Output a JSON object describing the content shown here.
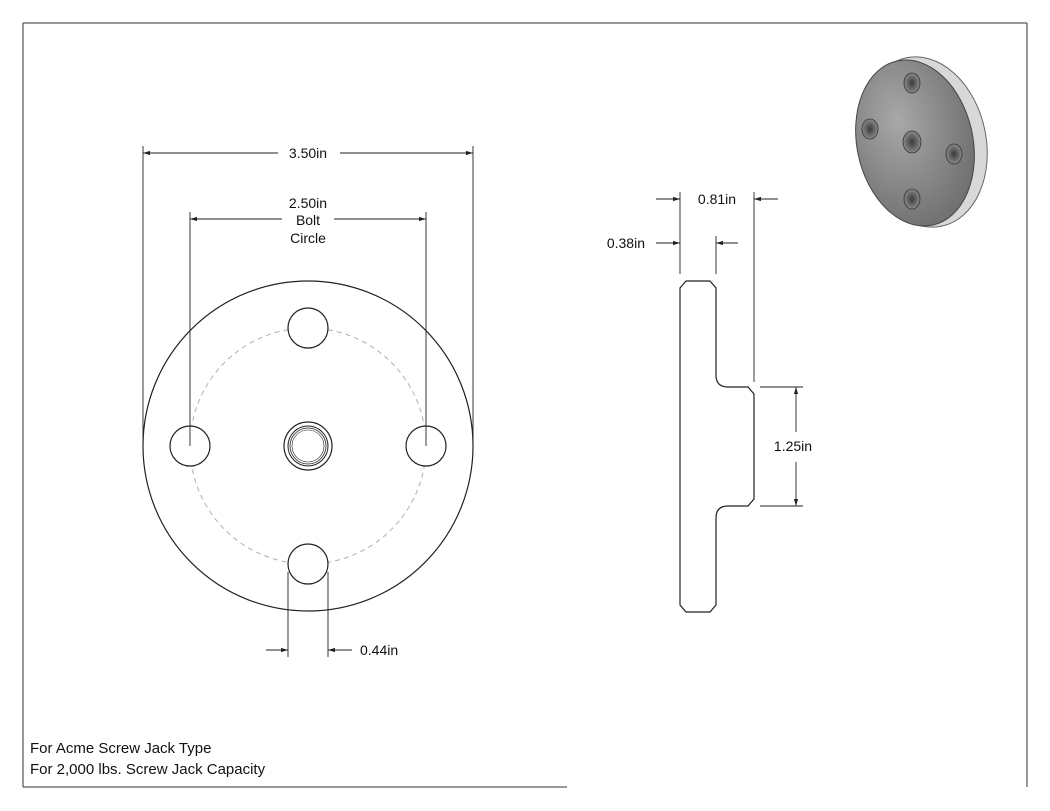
{
  "top_view": {
    "overall_diameter": "3.50in",
    "bolt_circle_value": "2.50in",
    "bolt_circle_line1": "Bolt",
    "bolt_circle_line2": "Circle",
    "hole_diameter": "0.44in"
  },
  "side_view": {
    "total_thickness": "0.81in",
    "flange_thickness": "0.38in",
    "hub_diameter": "1.25in"
  },
  "notes": [
    "For Acme Screw Jack Type",
    "For 2,000 lbs. Screw Jack Capacity"
  ],
  "colors": {
    "line": "#222222",
    "bolt_circle": "#b0b0b0",
    "iso_face": "#8a8a8a",
    "iso_edge": "#d8d8d8"
  }
}
